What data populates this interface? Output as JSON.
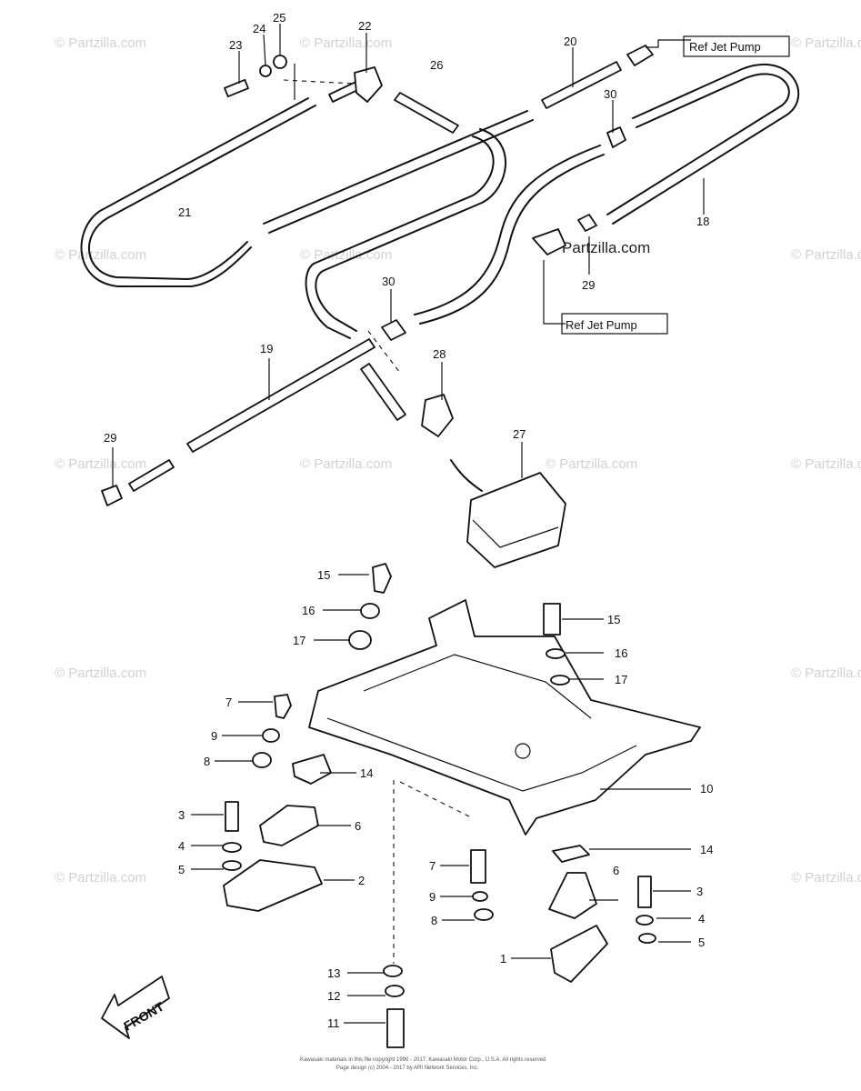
{
  "watermarks": {
    "text": "© Partzilla.com",
    "center_text": "Partzilla.com"
  },
  "ref_boxes": {
    "top": "Ref Jet Pump",
    "middle": "Ref Jet Pump"
  },
  "callouts": {
    "c25": "25",
    "c24": "24",
    "c23": "23",
    "c22": "22",
    "c26": "26",
    "c20": "20",
    "c30a": "30",
    "c21": "21",
    "c18": "18",
    "c29a": "29",
    "c30b": "30",
    "c19": "19",
    "c28": "28",
    "c29b": "29",
    "c27": "27",
    "c15a": "15",
    "c16a": "16",
    "c17a": "17",
    "c15b": "15",
    "c16b": "16",
    "c17b": "17",
    "c7a": "7",
    "c9a": "9",
    "c8a": "8",
    "c14a": "14",
    "c10": "10",
    "c3a": "3",
    "c6a": "6",
    "c4a": "4",
    "c5a": "5",
    "c2": "2",
    "c14b": "14",
    "c7b": "7",
    "c6b": "6",
    "c9b": "9",
    "c3b": "3",
    "c8b": "8",
    "c4b": "4",
    "c5b": "5",
    "c1": "1",
    "c13": "13",
    "c12": "12",
    "c11": "11"
  },
  "front_label": "FRONT",
  "copyright": {
    "line1": "Kawasaki materials in this file copyright 1990 - 2017, Kawasaki Motor Corp., U.S.A.  All rights reserved",
    "line2": "Page design (c) 2004 - 2017 by ARI Network Services, Inc."
  }
}
